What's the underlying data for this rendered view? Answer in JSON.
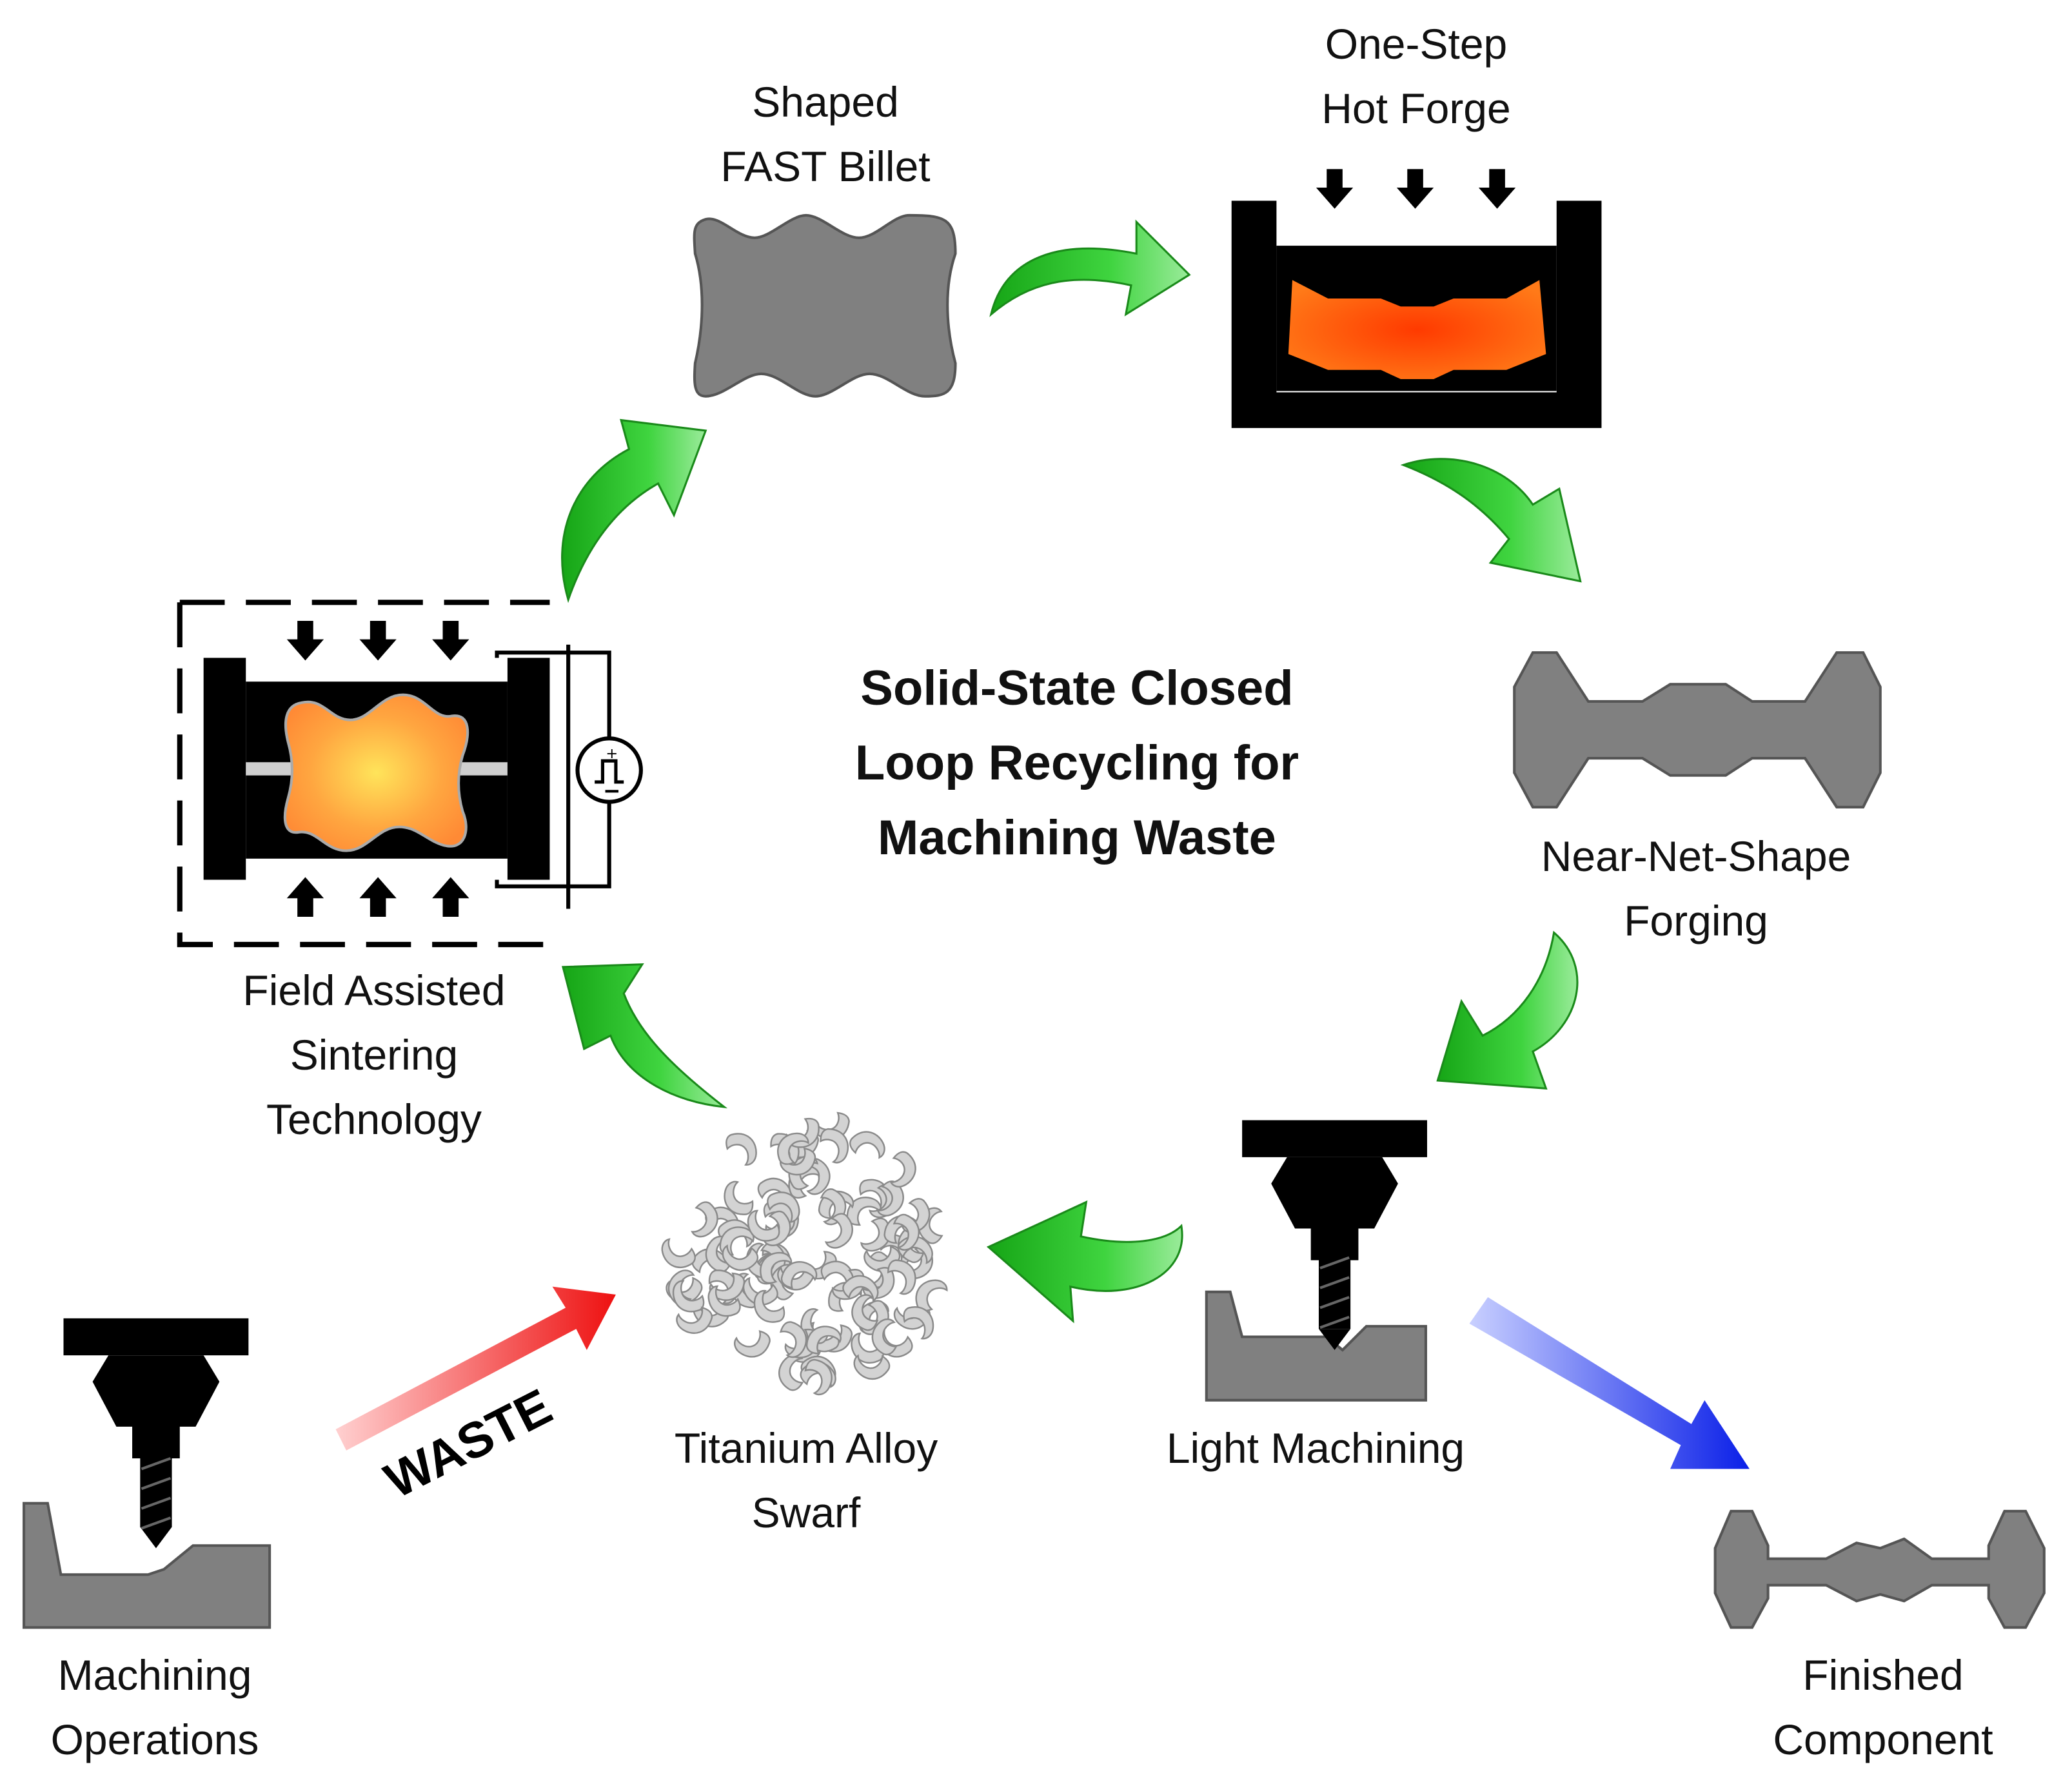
{
  "title": {
    "line1": "Solid-State Closed",
    "line2": "Loop Recycling for",
    "line3": "Machining Waste"
  },
  "stages": {
    "billet": {
      "line1": "Shaped",
      "line2": "FAST Billet"
    },
    "forge": {
      "line1": "One-Step",
      "line2": "Hot Forge"
    },
    "forging": {
      "line1": "Near-Net-Shape",
      "line2": "Forging"
    },
    "light": {
      "line1": "Light Machining"
    },
    "swarf": {
      "line1": "Titanium Alloy",
      "line2": "Swarf"
    },
    "fast": {
      "line1": "Field Assisted",
      "line2": "Sintering",
      "line3": "Technology"
    },
    "machining": {
      "line1": "Machining",
      "line2": "Operations"
    },
    "finished": {
      "line1": "Finished",
      "line2": "Component"
    }
  },
  "waste_label": "WASTE",
  "colors": {
    "cycle_arrow": "#22bb22",
    "waste_arrow": "#ee1111",
    "output_arrow": "#0a1fe8",
    "part_grey": "#808080",
    "hot_metal": "#ff4a0a"
  }
}
